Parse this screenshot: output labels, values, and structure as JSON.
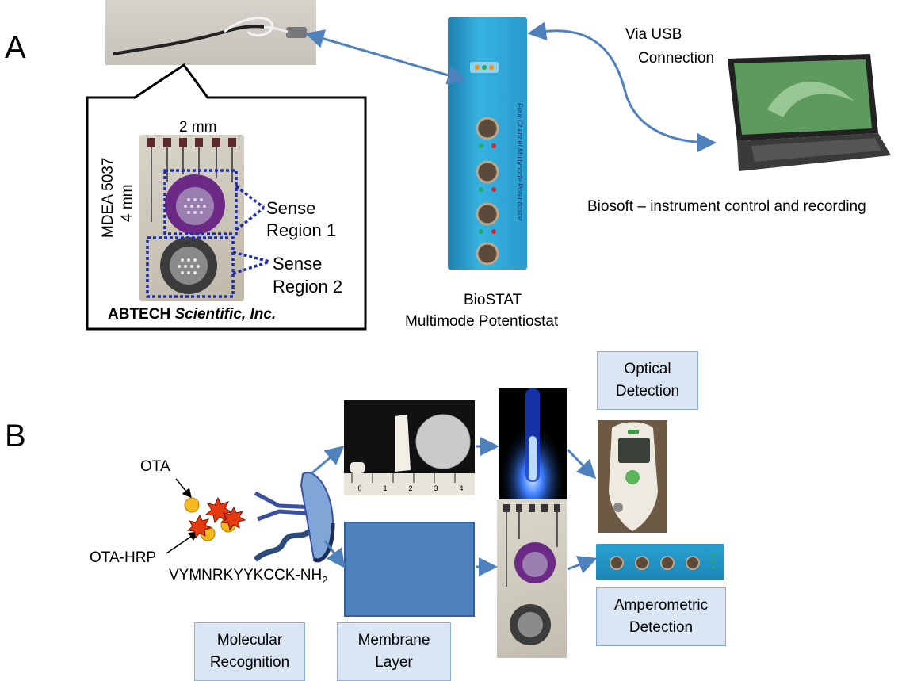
{
  "panel_a": {
    "letter": "A",
    "chip": {
      "width_label": "2 mm",
      "height_label": "4 mm",
      "model_label": "MDEA 5037",
      "region1_line1": "Sense",
      "region1_line2": "Region 1",
      "region2_line1": "Sense",
      "region2_line2": "Region 2",
      "maker_bold": "ABTECH",
      "maker_italic": "Scientific, Inc."
    },
    "usb_line1": "Via USB",
    "usb_line2": "Connection",
    "software_caption": "Biosoft – instrument control and recording",
    "potentiostat_line1": "BioSTAT",
    "potentiostat_line2": "Multimode Potentiostat",
    "device_side_text": "Four Channel Multimode Potentiostat"
  },
  "panel_b": {
    "letter": "B",
    "ota_label": "OTA",
    "ota_hrp_label": "OTA-HRP",
    "peptide_label": "VYMNRKYYKCCK-NH",
    "peptide_subscript": "2",
    "ruler_ticks": [
      "0",
      "1",
      "2",
      "3",
      "4"
    ],
    "optical_line1": "Optical",
    "optical_line2": "Detection",
    "amperometric_line1": "Amperometric",
    "amperometric_line2": "Detection",
    "molecular_line1": "Molecular",
    "molecular_line2": "Recognition",
    "membrane_line1": "Membrane",
    "membrane_line2": "Layer"
  },
  "colors": {
    "arrow": "#4f81bd",
    "membrane_box": "#4f81bd",
    "label_box_fill": "#dbe6f5",
    "dotted_region": "#1f2fa8",
    "device_body": "#2aa0cf"
  }
}
